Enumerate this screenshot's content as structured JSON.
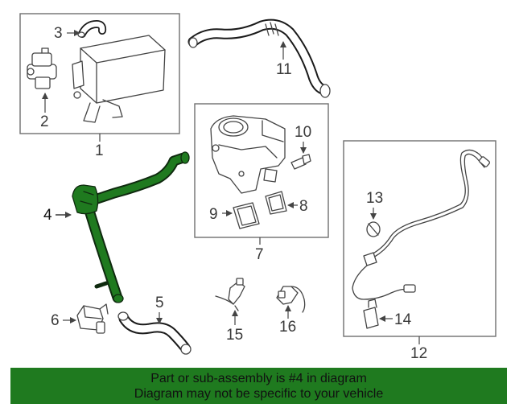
{
  "diagram": {
    "callouts": {
      "c1": "1",
      "c2": "2",
      "c3": "3",
      "c4": "4",
      "c5": "5",
      "c6": "6",
      "c7": "7",
      "c8": "8",
      "c9": "9",
      "c10": "10",
      "c11": "11",
      "c12": "12",
      "c13": "13",
      "c14": "14",
      "c15": "15",
      "c16": "16"
    },
    "highlighted_part": "4",
    "colors": {
      "highlight": "#1f7a1f",
      "banner": "#1f7a1f",
      "ink": "#444444"
    }
  },
  "banner": {
    "line1": "Part or sub-assembly is #4 in diagram",
    "line2": "Diagram may not be specific to your vehicle"
  }
}
